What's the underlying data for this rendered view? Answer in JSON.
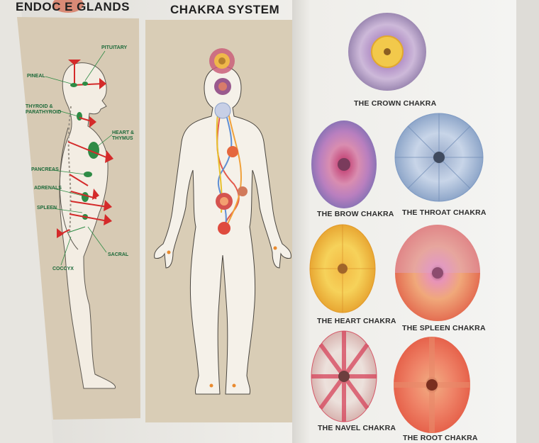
{
  "headings": {
    "endocrine": "ENDOC  E GLANDS",
    "chakra_system": "CHAKRA SYSTEM"
  },
  "gland_labels": {
    "pituitary": "PITUITARY",
    "pineal": "PINEAL",
    "thyroid": "THYROID &\nPARATHYROID",
    "heart": "HEART &\nTHYMUS",
    "pancreas": "PANCREAS",
    "adrenals": "ADRENALS",
    "spleen": "SPLEEN",
    "sacral": "SACRAL",
    "coccyx": "COCCYX"
  },
  "chakras": [
    {
      "key": "crown",
      "label": "THE CROWN CHAKRA"
    },
    {
      "key": "brow",
      "label": "THE BROW CHAKRA"
    },
    {
      "key": "throat",
      "label": "THE THROAT CHAKRA"
    },
    {
      "key": "heart",
      "label": "THE HEART CHAKRA"
    },
    {
      "key": "spleen",
      "label": "THE SPLEEN CHAKRA"
    },
    {
      "key": "navel",
      "label": "THE NAVEL CHAKRA"
    },
    {
      "key": "root",
      "label": "THE ROOT CHAKRA"
    }
  ],
  "colors": {
    "left_panel": "#d7cab4",
    "mid_panel": "#d9cdb6",
    "right_page": "#f2f2ef",
    "gland_green": "#2e8b45",
    "gland_red": "#d42a2a"
  }
}
